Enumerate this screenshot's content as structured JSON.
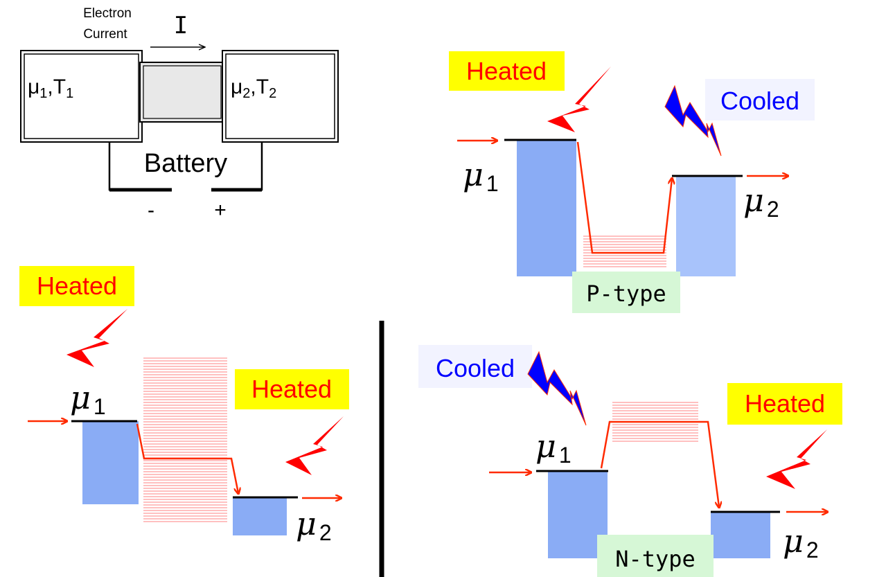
{
  "circuit": {
    "electron_current_line1": "Electron",
    "electron_current_line2": "Current",
    "current_symbol": "I",
    "left_box_label": "μ1,T1",
    "right_box_label": "μ2,T2",
    "battery_label": "Battery",
    "minus_label": "-",
    "plus_label": "+"
  },
  "p_type_diagram": {
    "heated_label": "Heated",
    "cooled_label": "Cooled",
    "mu1": "μ",
    "mu1_sub": "1",
    "mu2": "μ",
    "mu2_sub": "2",
    "type_label": "P-type"
  },
  "lower_left_diagram": {
    "heated_left_label": "Heated",
    "heated_right_label": "Heated",
    "mu1": "μ",
    "mu1_sub": "1",
    "mu2": "μ",
    "mu2_sub": "2"
  },
  "n_type_diagram": {
    "cooled_label": "Cooled",
    "heated_label": "Heated",
    "mu1": "μ",
    "mu1_sub": "1",
    "mu2": "μ",
    "mu2_sub": "2",
    "type_label": "N-type"
  },
  "colors": {
    "heated_bg": "#ffff00",
    "heated_text": "#ff0000",
    "cooled_bg": "#f2f3ff",
    "cooled_text": "#0000ff",
    "reservoir_fill": "#8aacf5",
    "reservoir_fill_light": "#a8c3fb",
    "arrow": "#ff2a00",
    "type_label_bg": "#d6f7d6",
    "hatch": "#ff8080",
    "bolt_red": "#ff0000",
    "bolt_blue": "#0000ff"
  },
  "icons": [
    "lightning-bolt-red-icon",
    "lightning-bolt-blue-icon",
    "arrow-right-icon"
  ]
}
